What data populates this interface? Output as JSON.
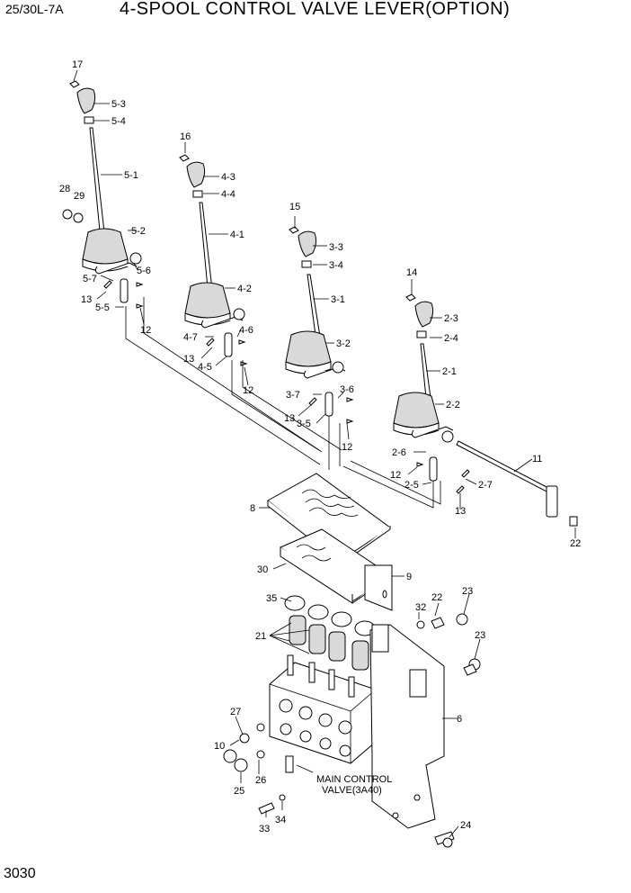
{
  "header": {
    "model": "25/30L-7A",
    "title": "4-SPOOL CONTROL VALVE LEVER(OPTION)"
  },
  "footer": {
    "page_number": "3030"
  },
  "diagram": {
    "note_line1": "MAIN CONTROL",
    "note_line2": "VALVE(3A40)",
    "callouts": {
      "c17": "17",
      "c5_3": "5-3",
      "c5_4": "5-4",
      "c5_1": "5-1",
      "c28": "28",
      "c29": "29",
      "c5_2": "5-2",
      "c5_6": "5-6",
      "c5_7": "5-7",
      "c13a": "13",
      "c5_5": "5-5",
      "c12a": "12",
      "c16": "16",
      "c4_3": "4-3",
      "c4_4": "4-4",
      "c4_1": "4-1",
      "c4_2": "4-2",
      "c4_7": "4-7",
      "c4_6": "4-6",
      "c13b": "13",
      "c4_5": "4-5",
      "c12b": "12",
      "c15": "15",
      "c3_3": "3-3",
      "c3_4": "3-4",
      "c3_1": "3-1",
      "c3_2": "3-2",
      "c3_7": "3-7",
      "c3_6": "3-6",
      "c13c": "13",
      "c3_5": "3-5",
      "c12c": "12",
      "c14": "14",
      "c2_3": "2-3",
      "c2_4": "2-4",
      "c2_1": "2-1",
      "c2_2": "2-2",
      "c2_6": "2-6",
      "c11": "11",
      "c12d": "12",
      "c2_5": "2-5",
      "c2_7": "2-7",
      "c13d": "13",
      "c22a": "22",
      "c8": "8",
      "c30": "30",
      "c9": "9",
      "c35": "35",
      "c32": "32",
      "c22b": "22",
      "c23a": "23",
      "c21": "21",
      "c23b": "23",
      "c27": "27",
      "c10": "10",
      "c6": "6",
      "c26": "26",
      "c25": "25",
      "c33": "33",
      "c34": "34",
      "c24": "24"
    }
  }
}
